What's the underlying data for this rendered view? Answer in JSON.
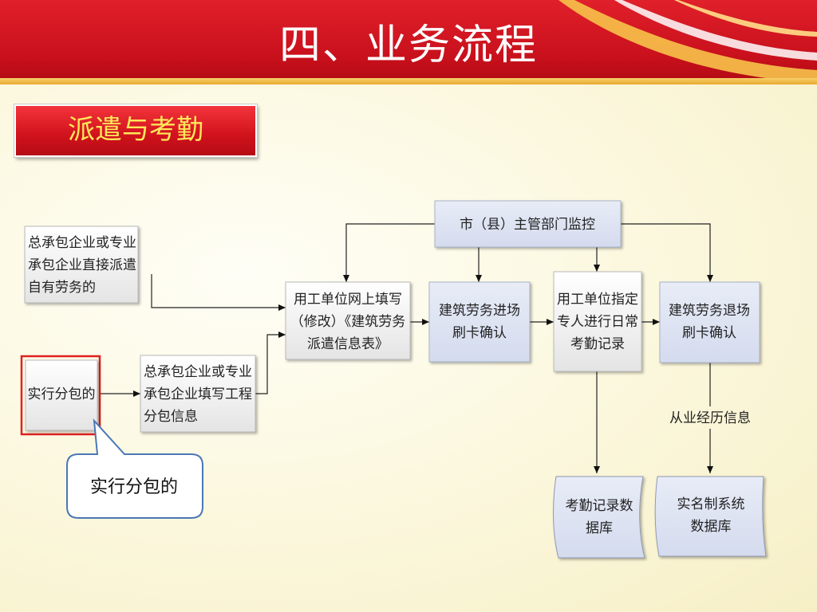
{
  "slide": {
    "title": "四、业务流程",
    "section_label": "派遣与考勤"
  },
  "nodes": {
    "supervision": [
      "市（县）主管部门监控"
    ],
    "direct_dispatch": [
      "总承包企业或专业",
      "承包企业直接派遣",
      "自有劳务的"
    ],
    "subcontract": [
      "实行分包的"
    ],
    "fill_subcontract_info": [
      "总承包企业或专业",
      "承包企业填写工程",
      "分包信息"
    ],
    "fill_dispatch_form": [
      "用工单位网上填写",
      "（修改）《建筑劳务",
      "派遣信息表》"
    ],
    "card_entry": [
      "建筑劳务进场",
      "刷卡确认"
    ],
    "attendance_record": [
      "用工单位指定",
      "专人进行日常",
      "考勤记录"
    ],
    "card_exit": [
      "建筑劳务退场",
      "刷卡确认"
    ],
    "attendance_db": [
      "考勤记录数",
      "据库"
    ],
    "realname_db": [
      "实名制系统",
      "数据库"
    ]
  },
  "labels": {
    "work_history": "从业经历信息"
  },
  "callout": {
    "text": "实行分包的"
  },
  "colors": {
    "banner_red": "#c8101c",
    "section_text": "#ffe75a",
    "highlight_border": "#e02020",
    "callout_border": "#4a78b5",
    "blue_node_fill": "#dde3f2"
  }
}
